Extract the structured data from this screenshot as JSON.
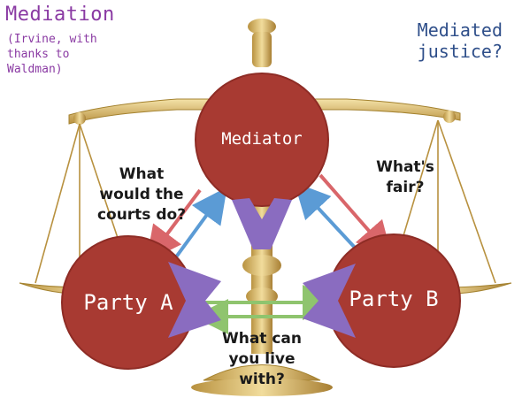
{
  "title": "Mediation",
  "subtitle": "(Irvine, with\nthanks to\nWaldman)",
  "corner_note": "Mediated\njustice?",
  "nodes": {
    "mediator": "Mediator",
    "party_a": "Party A",
    "party_b": "Party B"
  },
  "questions": {
    "left": "What\nwould the\ncourts do?",
    "right": "What's\nfair?",
    "bottom": "What can\nyou live\nwith?"
  },
  "colors": {
    "node_fill": "#a83a32",
    "node_stroke": "#8e2c25",
    "title_purple": "#8a3aa3",
    "corner_blue": "#2f4f8a",
    "arrow_red": "#d9666a",
    "arrow_blue": "#5b9bd5",
    "arrow_green": "#8fc46e",
    "chevron_purple": "#8a6cc0",
    "brass": "#c9a451"
  }
}
